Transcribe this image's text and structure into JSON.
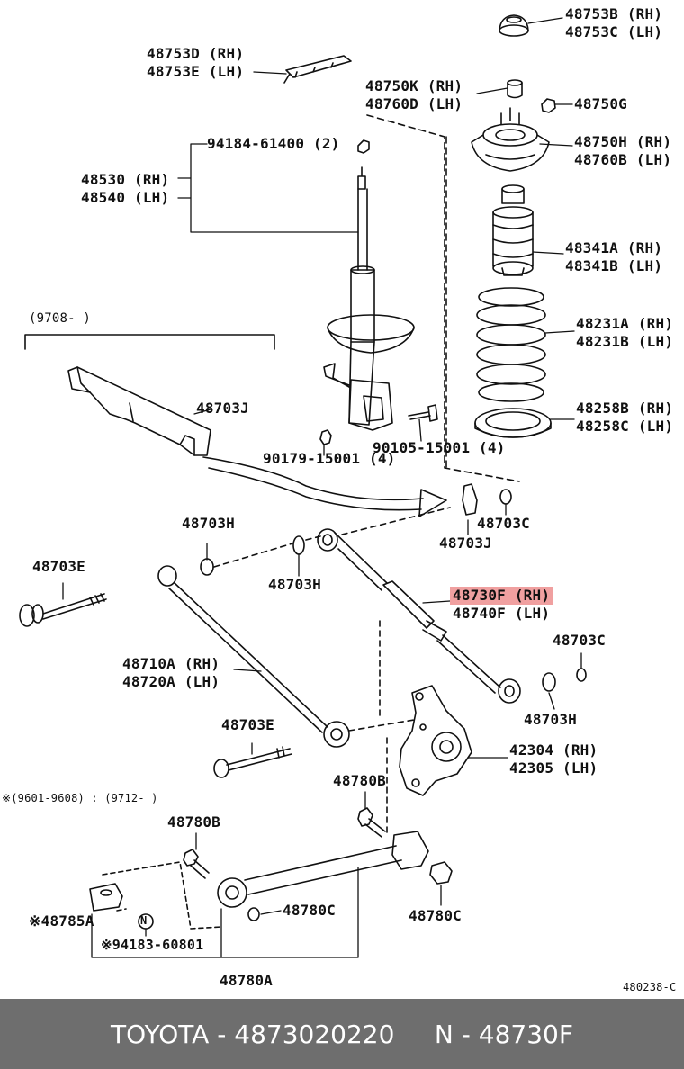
{
  "labels": {
    "l48753BC": [
      "48753B (RH)",
      "48753C (LH)"
    ],
    "l48753DE": [
      "48753D (RH)",
      "48753E (LH)"
    ],
    "l48750KD": [
      "48750K (RH)",
      "48760D (LH)"
    ],
    "l48750G": "48750G",
    "l94184": "94184-61400 (2)",
    "l48750HB": [
      "48750H (RH)",
      "48760B (LH)"
    ],
    "l48530": [
      "48530 (RH)",
      "48540 (LH)"
    ],
    "l48341": [
      "48341A (RH)",
      "48341B (LH)"
    ],
    "l9708": "(9708-          )",
    "l48231": [
      "48231A (RH)",
      "48231B (LH)"
    ],
    "l48703J_top": "48703J",
    "l48258": [
      "48258B (RH)",
      "48258C (LH)"
    ],
    "l90179": "90179-15001 (4)",
    "l90105": "90105-15001 (4)",
    "l48703H_a": "48703H",
    "l48703C_a": "48703C",
    "l48703J_b": "48703J",
    "l48703E_a": "48703E",
    "l48703H_b": "48703H",
    "l48730F": "48730F (RH)",
    "l48740F": "48740F (LH)",
    "l48703C_b": "48703C",
    "l48710": [
      "48710A (RH)",
      "48720A (LH)"
    ],
    "l48703H_c": "48703H",
    "l48703E_b": "48703E",
    "l42304": [
      "42304 (RH)",
      "42305 (LH)"
    ],
    "l48780B_a": "48780B",
    "lnote": "※(9601-9608) : (9712-        )",
    "l48780B_b": "48780B",
    "l48785A": "※48785A",
    "lN": "N",
    "l48780C_a": "48780C",
    "l48780C_b": "48780C",
    "l94183": "※94183-60801",
    "l48780A": "48780A",
    "ldiag": "480238-C"
  },
  "footer": {
    "brand": "TOYOTA",
    "sep1": " - ",
    "part_number": "4873020220",
    "gap": "     ",
    "ref": "N",
    "sep2": " - ",
    "ref_part": "48730F"
  },
  "colors": {
    "highlight": "#f0a0a0",
    "footer_bg": "#6e6e6e",
    "ink": "#111111"
  }
}
